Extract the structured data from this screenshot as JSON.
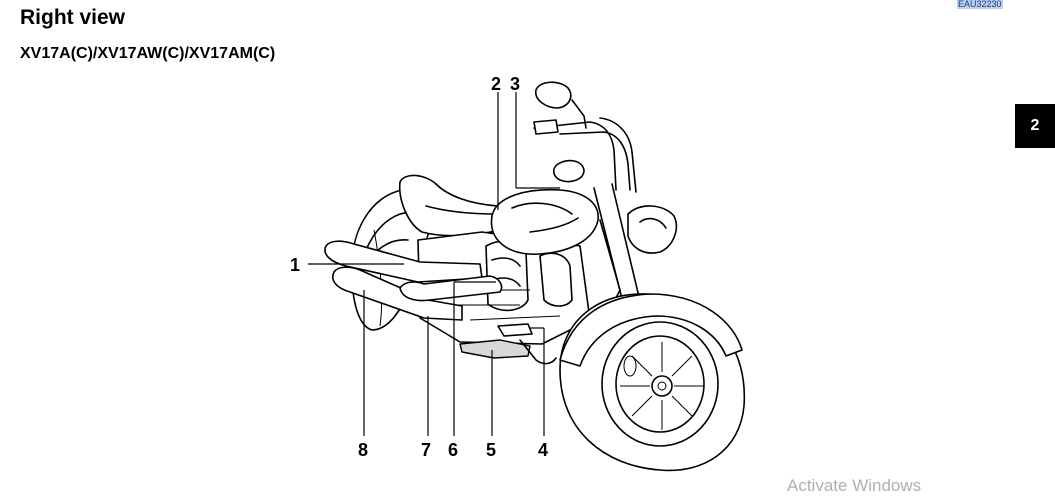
{
  "page": {
    "title": "Right view",
    "model": "XV17A(C)/XV17AW(C)/XV17AM(C)",
    "reference_code": "EAU32230",
    "chapter_tab": "2",
    "watermark": "Activate Windows"
  },
  "figure": {
    "subject-icon": "motorcycle-right-view",
    "callouts": [
      "1",
      "2",
      "3",
      "4",
      "5",
      "6",
      "7",
      "8"
    ]
  }
}
